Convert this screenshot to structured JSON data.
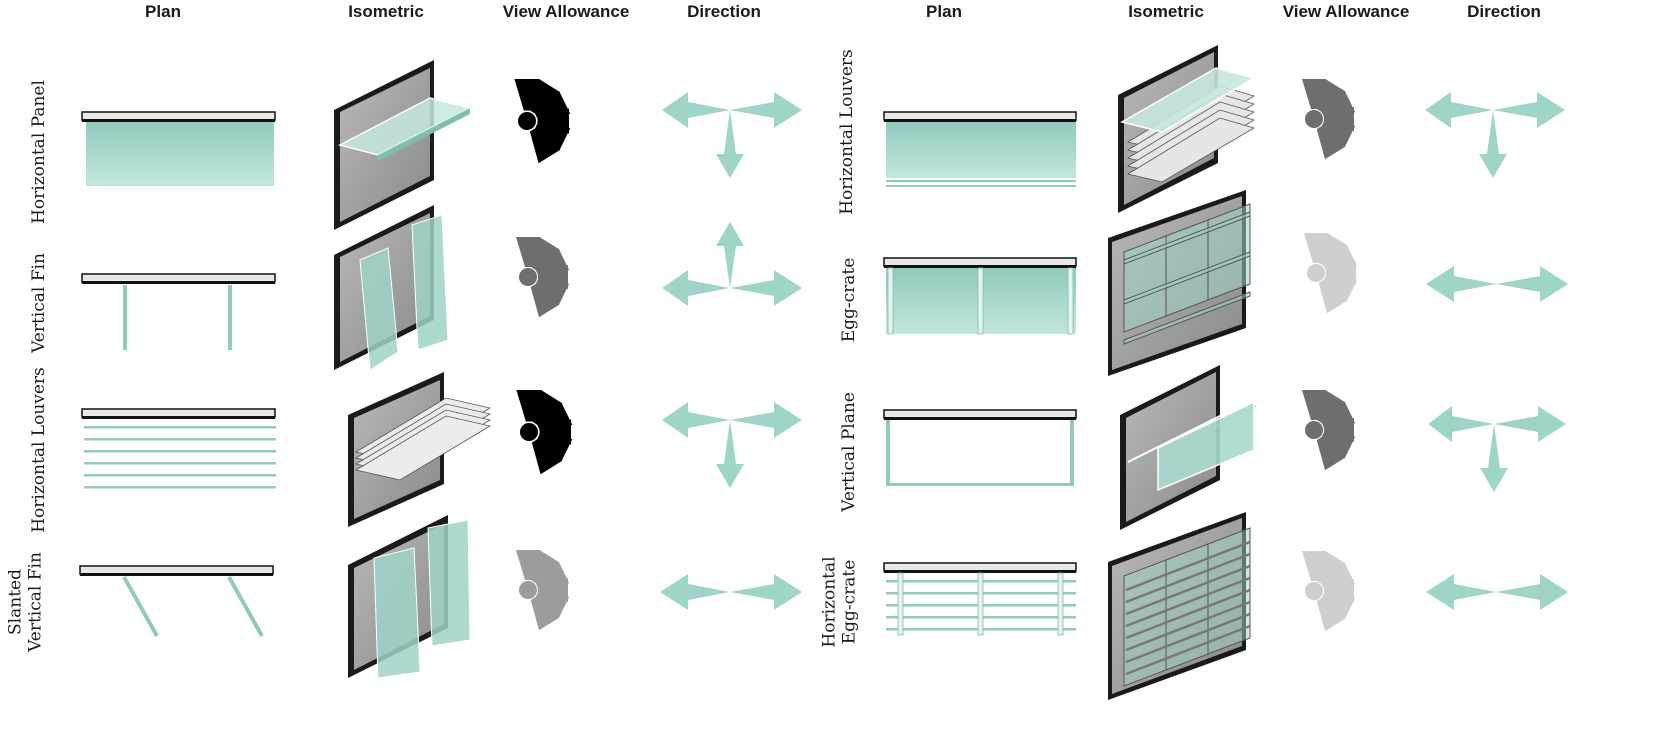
{
  "headers": {
    "left": [
      "Plan",
      "Isometric",
      "View Allowance",
      "Direction"
    ],
    "right": [
      "Plan",
      "Isometric",
      "View Allowance",
      "Direction"
    ]
  },
  "colors": {
    "glass": "#a8d9cf",
    "glass_dark": "#7fbfb1",
    "wall": "#9e9e9e",
    "frame": "#1a1a1a",
    "arrow": "#9fd4c8",
    "view_black": "#000000",
    "view_dark_gray": "#6e6e6e",
    "view_mid_gray": "#9c9c9c",
    "view_light_gray": "#cfcfcf"
  },
  "rows_left": [
    {
      "label": "Horizontal Panel",
      "view_allowance": "black",
      "directions": [
        "left",
        "right",
        "down"
      ]
    },
    {
      "label": "Vertical Fin",
      "view_allowance": "dark_gray",
      "directions": [
        "left",
        "right",
        "up"
      ]
    },
    {
      "label": "Horizontal Louvers",
      "view_allowance": "black",
      "directions": [
        "left",
        "right",
        "down"
      ]
    },
    {
      "label_lines": [
        "Slanted",
        "Vertical Fin"
      ],
      "view_allowance": "mid_gray",
      "directions": [
        "left",
        "right"
      ]
    }
  ],
  "rows_right": [
    {
      "label": "Horizontal Louvers",
      "view_allowance": "dark_gray",
      "directions": [
        "left",
        "right",
        "down"
      ]
    },
    {
      "label": "Egg-crate",
      "view_allowance": "light_gray",
      "directions": [
        "left",
        "right"
      ]
    },
    {
      "label": "Vertical Plane",
      "view_allowance": "dark_gray",
      "directions": [
        "left",
        "right",
        "down"
      ]
    },
    {
      "label_lines": [
        "Horizontal",
        "Egg-crate"
      ],
      "view_allowance": "light_gray",
      "directions": [
        "left",
        "right"
      ]
    }
  ]
}
